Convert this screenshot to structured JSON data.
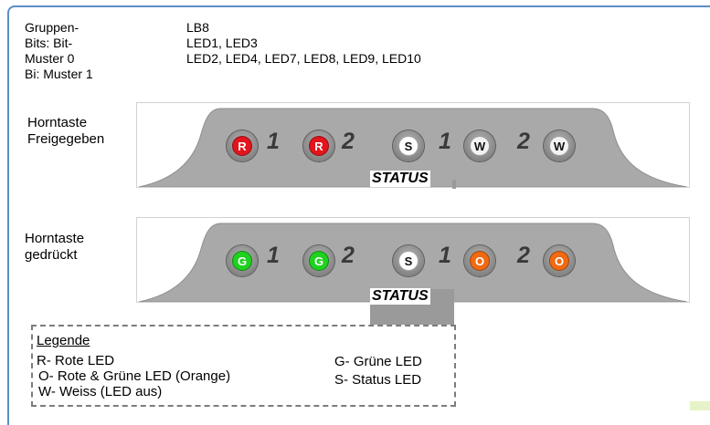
{
  "info": {
    "left_lines": [
      "Gruppen-",
      "Bits: Bit-",
      "Muster 0",
      "Bi: Muster 1"
    ],
    "right_lines": [
      "LB8",
      "LED1, LED3",
      "LED2, LED4, LED7, LED8, LED9, LED10"
    ]
  },
  "panels": [
    {
      "label_lines": [
        "Horntaste",
        "Freigegeben"
      ],
      "status_label": "STATUS",
      "leds": [
        {
          "letter": "R",
          "color": "#e3141c",
          "number": "1"
        },
        {
          "letter": "R",
          "color": "#e3141c",
          "number": "2"
        },
        {
          "letter": "S",
          "color": "#ffffff"
        },
        {
          "letter": "W",
          "color": "#f2f2f2",
          "number": "1"
        },
        {
          "letter": "W",
          "color": "#f2f2f2",
          "number": "2"
        }
      ]
    },
    {
      "label_lines": [
        "Horntaste",
        "gedrückt"
      ],
      "status_label": "STATUS",
      "leds": [
        {
          "letter": "G",
          "color": "#1fd21f",
          "number": "1"
        },
        {
          "letter": "G",
          "color": "#1fd21f",
          "number": "2"
        },
        {
          "letter": "S",
          "color": "#ffffff"
        },
        {
          "letter": "O",
          "color": "#f06a12",
          "number": "1"
        },
        {
          "letter": "O",
          "color": "#f06a12",
          "number": "2"
        }
      ]
    }
  ],
  "legend": {
    "title": "Legende",
    "items": {
      "r": "R- Rote LED",
      "o": "O- Rote & Grüne LED (Orange)",
      "w": "W- Weiss (LED aus)",
      "g": "G- Grüne LED",
      "s": "S- Status LED"
    }
  },
  "colors": {
    "frame": "#5b8fc7",
    "panel_body": "#a9a9a9",
    "ring": "#8a8a8a"
  }
}
